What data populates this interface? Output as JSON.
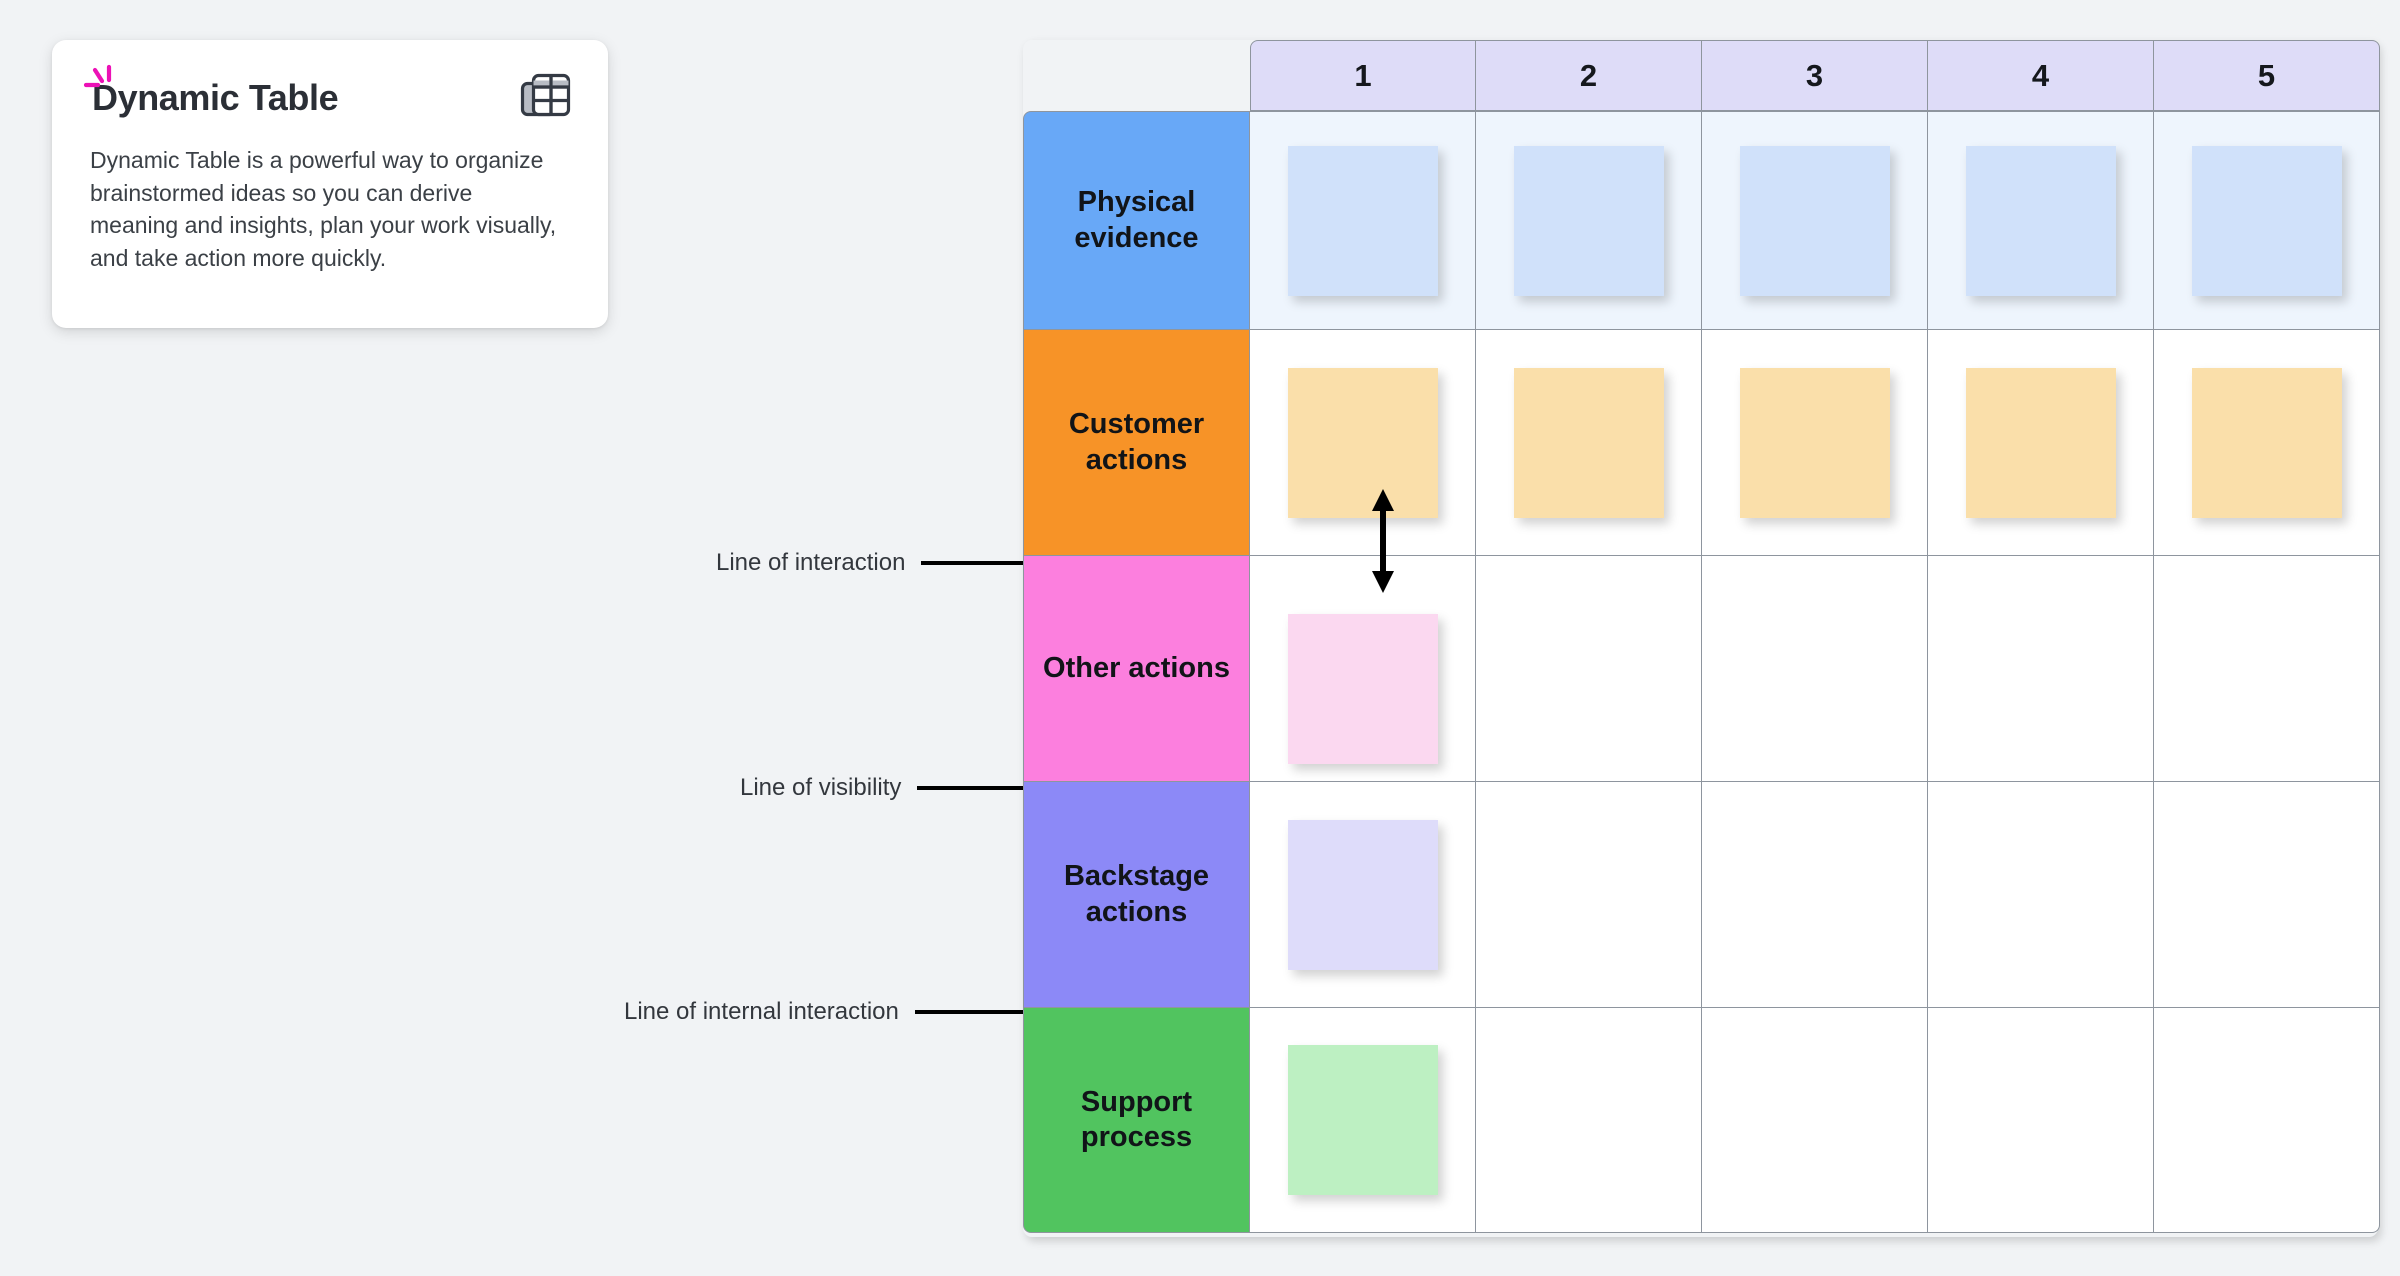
{
  "card": {
    "title": "Dynamic Table",
    "body": "Dynamic Table is a powerful way to organize brainstormed ideas so you can derive meaning and insights, plan your work visually, and take action more quickly.",
    "icon": "table-icon",
    "accent_icon": "sparkle-icon",
    "accent_color": "#ec11b6",
    "icon_color": "#343a44"
  },
  "annotations": [
    {
      "label": "Line of interaction"
    },
    {
      "label": "Line of visibility"
    },
    {
      "label": "Line of internal interaction"
    }
  ],
  "table": {
    "header_bg": "#dedcf8",
    "border_color": "#8e959e",
    "columns": [
      {
        "label": "1"
      },
      {
        "label": "2"
      },
      {
        "label": "3"
      },
      {
        "label": "4"
      },
      {
        "label": "5"
      }
    ],
    "rows": [
      {
        "label": "Physical evidence",
        "label_bg": "#68a8f7",
        "cell_bg": "#eef5fd",
        "note_color": "#d0e1fa",
        "notes": [
          true,
          true,
          true,
          true,
          true
        ]
      },
      {
        "label": "Customer actions",
        "label_bg": "#f79327",
        "cell_bg": "#ffffff",
        "note_color": "#fadfaa",
        "notes": [
          true,
          true,
          true,
          true,
          true
        ]
      },
      {
        "label": "Other actions",
        "label_bg": "#fc7fde",
        "cell_bg": "#ffffff",
        "note_color": "#fbd8f0",
        "notes": [
          true,
          false,
          false,
          false,
          false
        ]
      },
      {
        "label": "Backstage actions",
        "label_bg": "#8c89f7",
        "cell_bg": "#ffffff",
        "note_color": "#dedcfa",
        "notes": [
          true,
          false,
          false,
          false,
          false
        ]
      },
      {
        "label": "Support process",
        "label_bg": "#51c45f",
        "cell_bg": "#ffffff",
        "note_color": "#bdf0c2",
        "notes": [
          true,
          false,
          false,
          false,
          false
        ]
      }
    ],
    "connector": {
      "name": "vertical-double-arrow",
      "between_rows": [
        "Customer actions",
        "Other actions"
      ],
      "column": "1"
    }
  },
  "background_color": "#f1f3f5"
}
